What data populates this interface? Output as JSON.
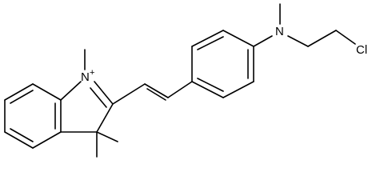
{
  "structure": {
    "atom_labels": {
      "indolium_nitrogen": "N",
      "indolium_charge": "+",
      "amine_nitrogen": "N",
      "chlorine": "Cl"
    },
    "colors": {
      "bond": "#000000",
      "text": "#000000",
      "background": "#ffffff"
    }
  }
}
